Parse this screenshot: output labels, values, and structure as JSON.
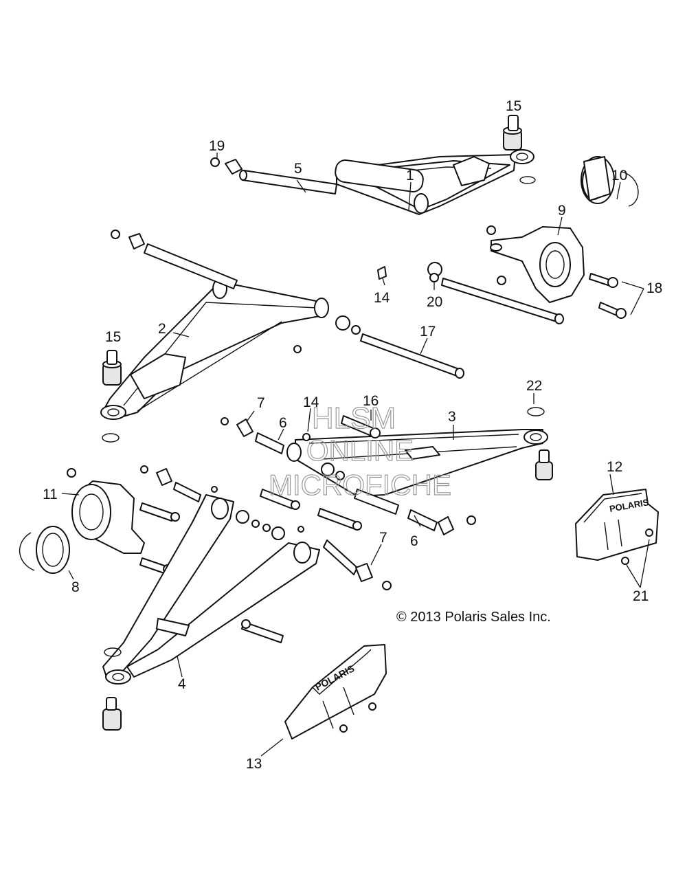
{
  "copyright": "© 2013 Polaris Sales Inc.",
  "watermark": [
    "HLSM",
    "ONLINE",
    "MICROFICHE"
  ],
  "guard_logo_text": "POLARIS",
  "callouts": [
    "1",
    "2",
    "3",
    "4",
    "5",
    "6",
    "6",
    "7",
    "7",
    "8",
    "9",
    "10",
    "11",
    "12",
    "13",
    "14",
    "14",
    "15",
    "15",
    "16",
    "17",
    "18",
    "19",
    "20",
    "21",
    "22"
  ]
}
